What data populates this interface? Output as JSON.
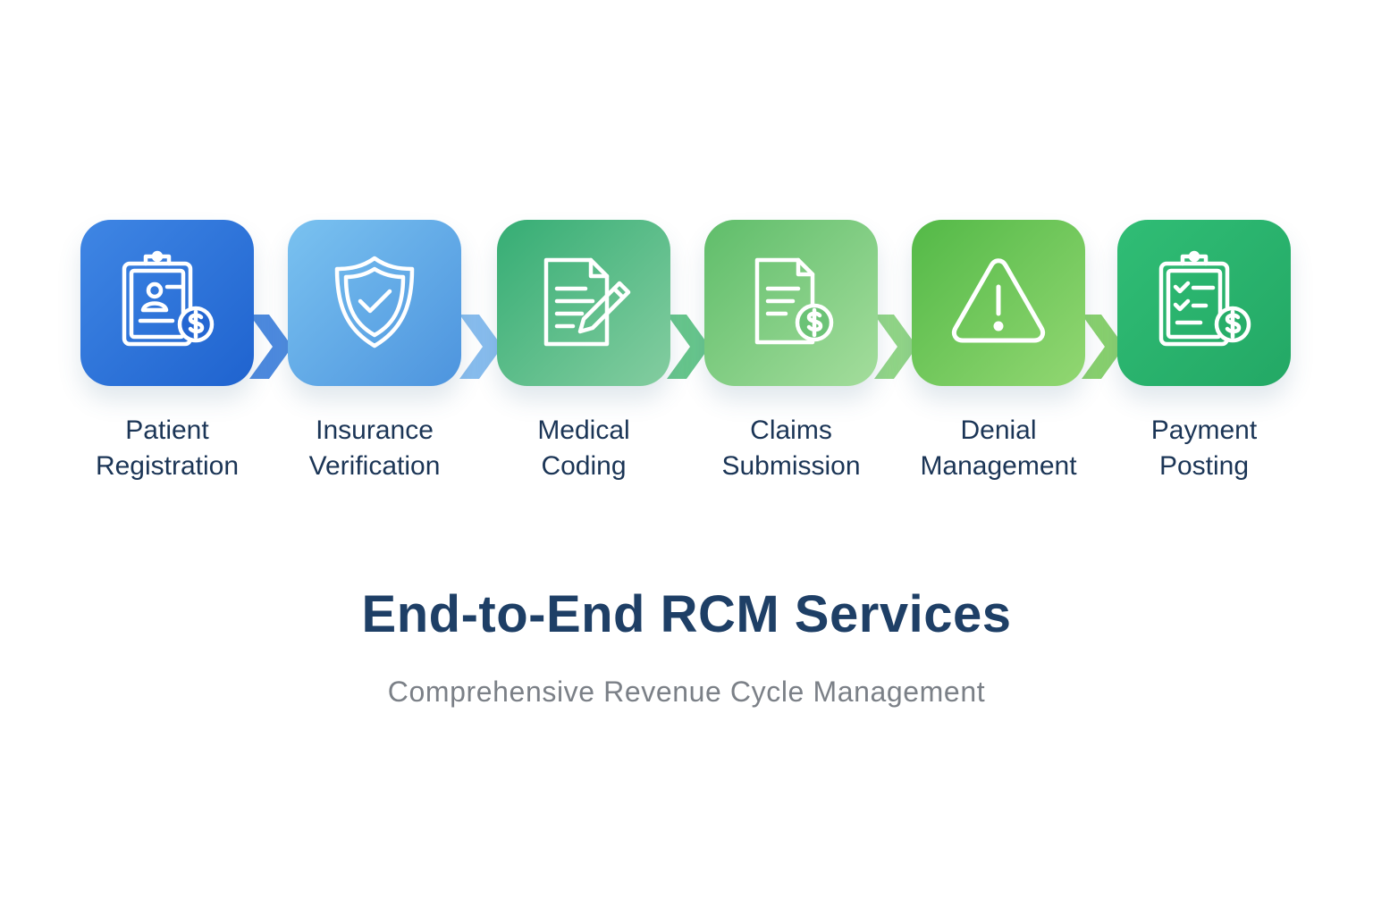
{
  "steps": [
    {
      "line1": "Patient",
      "line2": "Registration",
      "icon": "clipboard-user-dollar-icon",
      "colors": [
        "#2a6fd6",
        "#4a90e2"
      ]
    },
    {
      "line1": "Insurance",
      "line2": "Verification",
      "icon": "shield-check-icon",
      "colors": [
        "#5aa6e8",
        "#7cc4f0"
      ]
    },
    {
      "line1": "Medical",
      "line2": "Coding",
      "icon": "document-pencil-icon",
      "colors": [
        "#3fb27c",
        "#7cc79a"
      ]
    },
    {
      "line1": "Claims",
      "line2": "Submission",
      "icon": "document-dollar-icon",
      "colors": [
        "#66c273",
        "#9edb94"
      ]
    },
    {
      "line1": "Denial",
      "line2": "Management",
      "icon": "warning-triangle-icon",
      "colors": [
        "#5cbf4d",
        "#8ad46a"
      ]
    },
    {
      "line1": "Payment",
      "line2": "Posting",
      "icon": "clipboard-checklist-dollar-icon",
      "colors": [
        "#2bb56f",
        "#40c57c"
      ]
    }
  ],
  "chevron_colors": [
    "#3a7ddc",
    "#7bb6ec",
    "#57c07f",
    "#86d27a",
    "#7ccc5e",
    "#3dbd70"
  ],
  "title": "End-to-End RCM Services",
  "subtitle": "Comprehensive Revenue Cycle Management"
}
